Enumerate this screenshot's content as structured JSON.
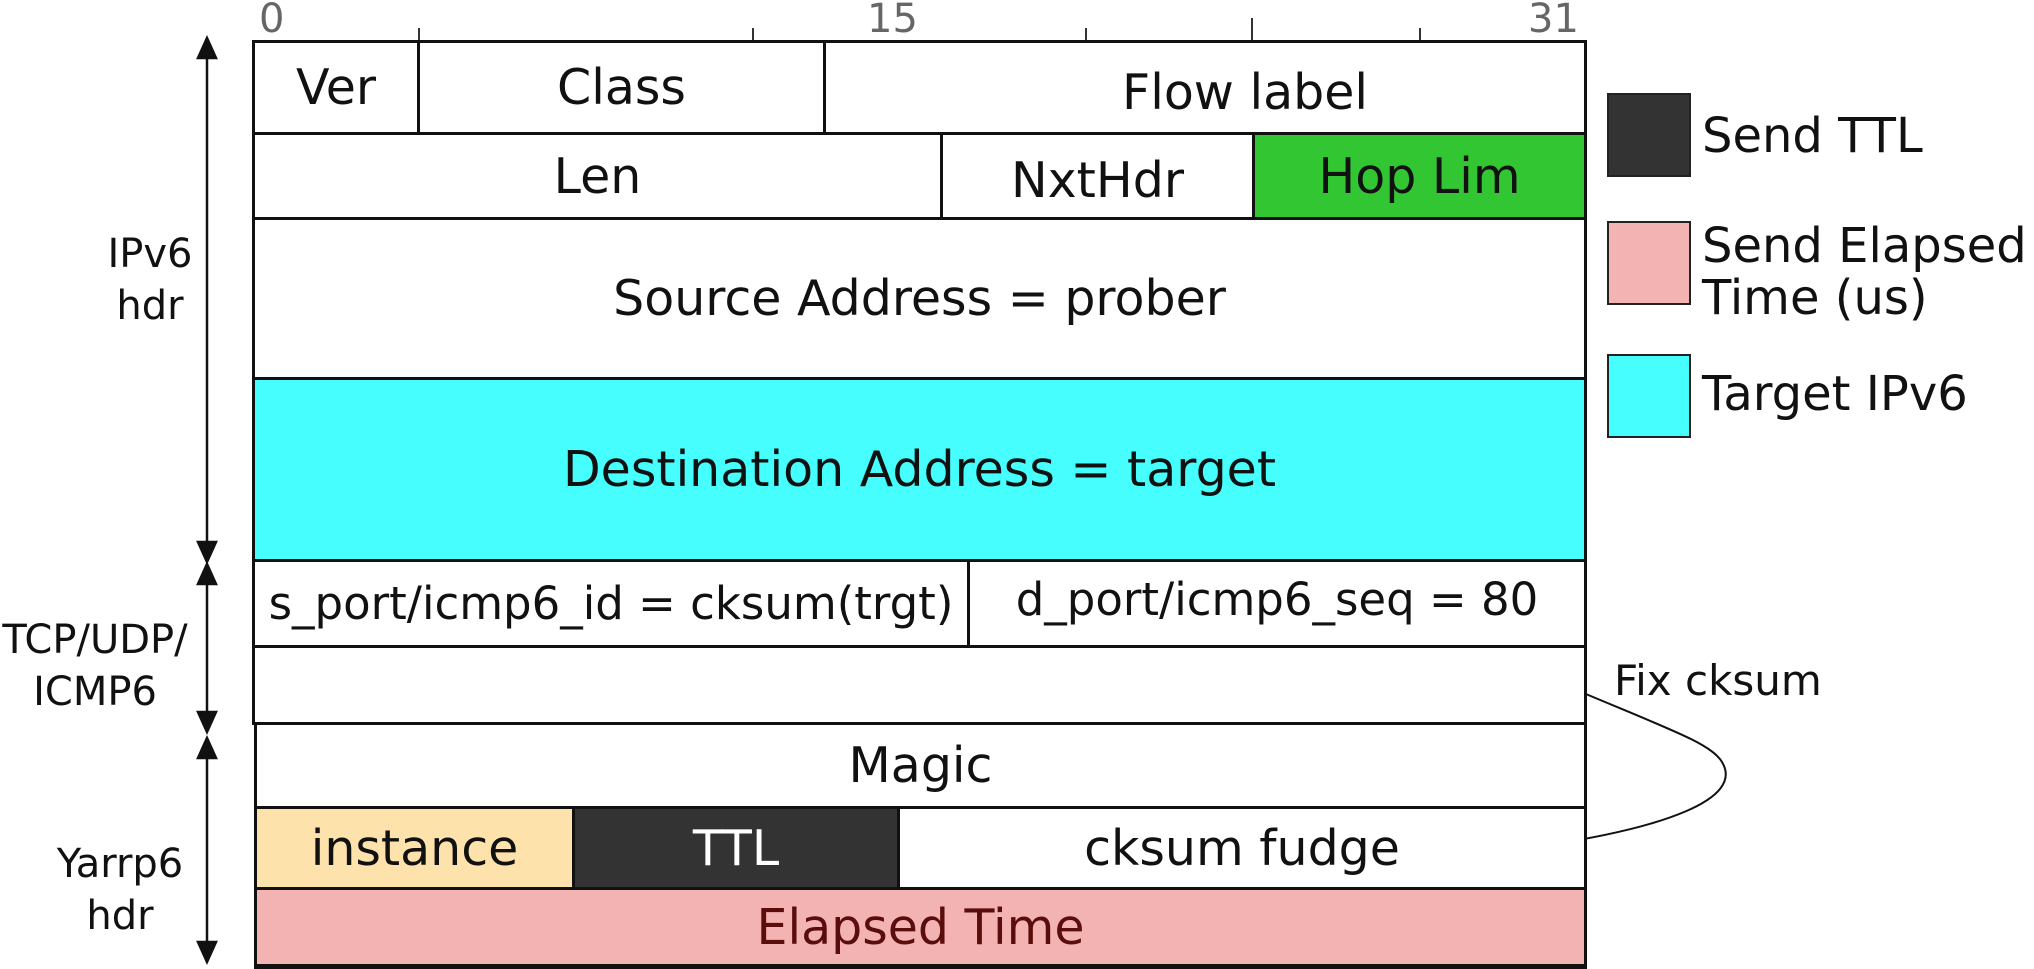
{
  "bit_ruler": {
    "ticks": [
      "0",
      "15",
      "31"
    ]
  },
  "ipv6_header": {
    "ver": "Ver",
    "class": "Class",
    "flow_label": "Flow label",
    "len": "Len",
    "next_header": "NxtHdr",
    "hop_limit": "Hop Lim",
    "source": "Source Address = prober",
    "destination": "Destination Address = target"
  },
  "transport_header": {
    "src_port": "s_port/icmp6_id = cksum(trgt)",
    "dst_port": "d_port/icmp6_seq = 80",
    "checksum_field": ""
  },
  "yarrp6_header": {
    "magic": "Magic",
    "instance": "instance",
    "ttl": "TTL",
    "cksum_fudge": "cksum fudge",
    "elapsed_time": "Elapsed Time"
  },
  "side_labels": {
    "ipv6": [
      "IPv6",
      "hdr"
    ],
    "transport": [
      "TCP/UDP/",
      "ICMP6"
    ],
    "yarrp6": [
      "Yarrp6",
      "hdr"
    ]
  },
  "annotation": {
    "fix_cksum": "Fix cksum"
  },
  "legend": [
    {
      "label_lines": [
        "Send TTL"
      ],
      "color": "#333333"
    },
    {
      "label_lines": [
        "Send Elapsed",
        "Time (us)"
      ],
      "color": "#f4b3b3"
    },
    {
      "label_lines": [
        "Target IPv6"
      ],
      "color": "#46fefe"
    }
  ],
  "colors": {
    "hop_limit": "#33c633",
    "destination": "#46fefe",
    "instance": "#fde3ab",
    "ttl": "#333333",
    "elapsed_time": "#f4b3b3",
    "elapsed_text": "#5a0d0d"
  }
}
